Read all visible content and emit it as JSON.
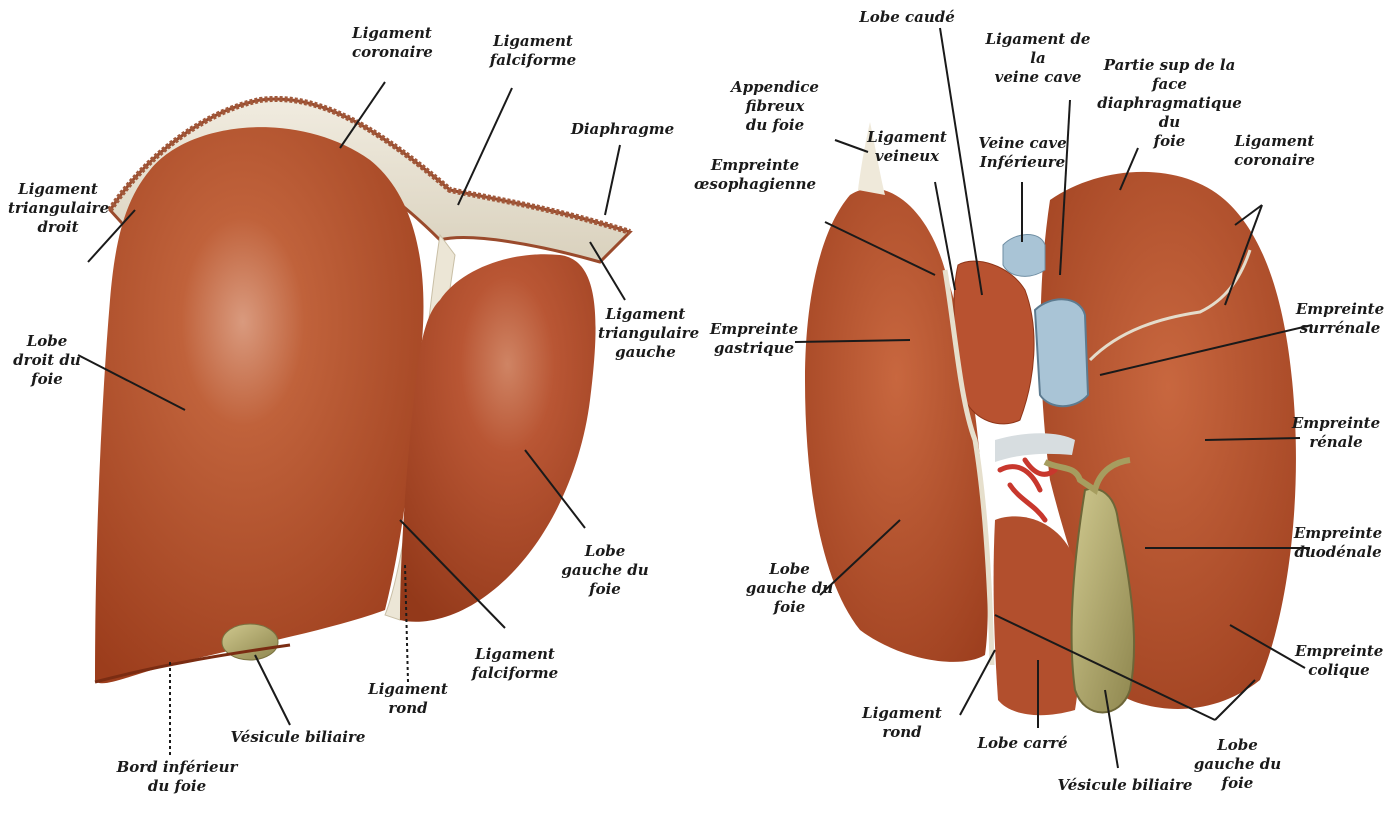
{
  "colors": {
    "liver": "#b5502c",
    "liver_dark": "#8e3518",
    "liver_light": "#cf7a55",
    "ligament": "#e8e1cf",
    "diaphragm_edge": "#9a4a2c",
    "gallbladder": "#b6ad72",
    "vena_cava": "#a9c4d6",
    "vessels": "#c8372d",
    "leader": "#1a1a1a"
  },
  "left_view": {
    "labels": {
      "ligament_coronaire": "Ligament\ncoronaire",
      "ligament_falciforme_top": "Ligament\nfalciforme",
      "diaphragme": "Diaphragme",
      "ligament_triangulaire_droit": "Ligament\ntriangulaire\ndroit",
      "ligament_triangulaire_gauche": "Ligament\ntriangulaire\ngauche",
      "lobe_droit": "Lobe\ndroit du\nfoie",
      "lobe_gauche": "Lobe\ngauche du\nfoie",
      "ligament_falciforme_bottom": "Ligament\nfalciforme",
      "ligament_rond": "Ligament rond",
      "vesicule_biliaire": "Vésicule biliaire",
      "bord_inferieur": "Bord inférieur\ndu foie"
    }
  },
  "right_view": {
    "labels": {
      "lobe_caude": "Lobe caudé",
      "ligament_veine_cave": "Ligament de la\nveine cave",
      "partie_sup": "Partie sup de la face\ndiaphragmatique du\nfoie",
      "appendice_fibreux": "Appendice fibreux\ndu foie",
      "ligament_veineux": "Ligament\nveineux",
      "veine_cave_inferieure": "Veine cave\nInférieure",
      "ligament_coronaire": "Ligament\ncoronaire",
      "empreinte_oesophagienne": "Empreinte\nœsophagienne",
      "empreinte_gastrique": "Empreinte\ngastrique",
      "empreinte_surrenale": "Empreinte\nsurrénale",
      "empreinte_renale": "Empreinte\nrénale",
      "empreinte_duodenale": "Empreinte\nduodénale",
      "empreinte_colique": "Empreinte\ncolique",
      "lobe_gauche": "Lobe\ngauche du\nfoie",
      "ligament_rond": "Ligament rond",
      "lobe_carre": "Lobe carré",
      "vesicule_biliaire": "Vésicule biliaire",
      "lobe_gauche_bottom": "Lobe\ngauche du\nfoie"
    }
  }
}
